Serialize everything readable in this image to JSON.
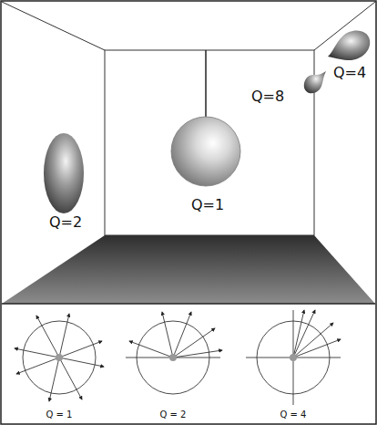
{
  "diagram": {
    "labels": [
      "Q=4",
      "Q=8",
      "Q=2",
      "Q=1",
      "Q = 1",
      "Q = 2",
      "Q = 4"
    ]
  }
}
